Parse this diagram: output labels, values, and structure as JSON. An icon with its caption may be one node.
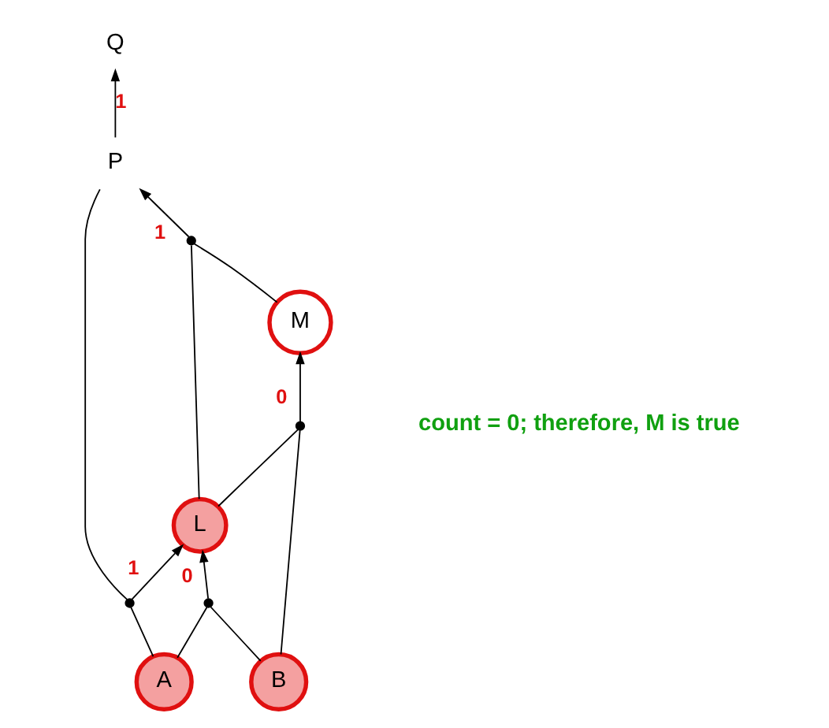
{
  "diagram": {
    "nodes": [
      {
        "text": [
          "Q"
        ]
      },
      {
        "text": [
          "P"
        ]
      },
      {
        "text": [],
        "shape": "circle",
        "beside": [
          "1"
        ]
      },
      {
        "text": [
          "M"
        ]
      },
      {
        "text": [
          "L"
        ]
      },
      {
        "text": [],
        "shape": "circle",
        "beside": [
          "0"
        ]
      },
      {
        "text": [],
        "shape": "circle",
        "beside": [
          "1"
        ]
      },
      {
        "text": [],
        "shape": "circle",
        "beside": [
          "0"
        ]
      },
      {
        "text": [
          "A"
        ]
      },
      {
        "text": [
          "B"
        ]
      }
    ],
    "edges": [
      {
        "from": 1,
        "to": 0,
        "arrow": "to",
        "label": "1"
      },
      {
        "from": 2,
        "to": 1,
        "arrow": "to"
      },
      {
        "from": 4,
        "to": 2,
        "arrow": "none"
      },
      {
        "from": 3,
        "to": 2,
        "arrow": "none"
      },
      {
        "from": 5,
        "to": 3,
        "arrow": "to"
      },
      {
        "from": 4,
        "to": 5,
        "arrow": "none"
      },
      {
        "from": 9,
        "to": 5,
        "arrow": "none"
      },
      {
        "from": 6,
        "to": 4,
        "arrow": "to"
      },
      {
        "from": 7,
        "to": 4,
        "arrow": "to"
      },
      {
        "from": 6,
        "to": 1,
        "arrow": "none"
      },
      {
        "from": 8,
        "to": 6,
        "arrow": "none"
      },
      {
        "from": 8,
        "to": 7,
        "arrow": "none"
      },
      {
        "from": 9,
        "to": 7,
        "arrow": "none"
      }
    ],
    "labels": [
      "count = 0; therefore, M is true"
    ]
  }
}
